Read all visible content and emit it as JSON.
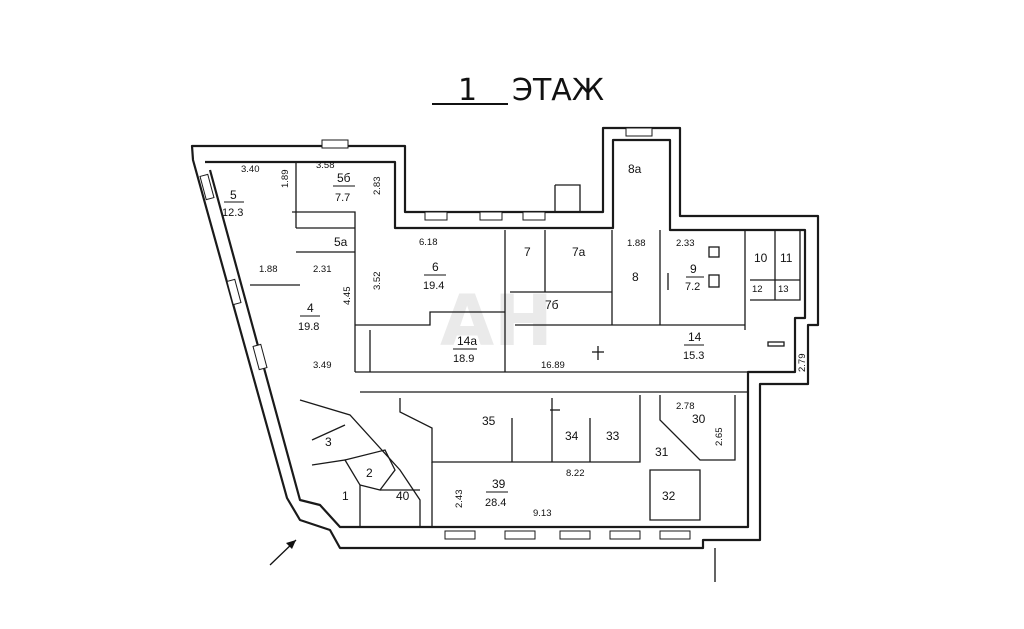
{
  "title": {
    "number": "1",
    "word": "ЭТАЖ"
  },
  "watermark": "АН",
  "rooms": [
    {
      "id": "5",
      "area": "12.3"
    },
    {
      "id": "5б",
      "area": "7.7"
    },
    {
      "id": "5а"
    },
    {
      "id": "4",
      "area": "19.8"
    },
    {
      "id": "6",
      "area": "19.4"
    },
    {
      "id": "7"
    },
    {
      "id": "7а"
    },
    {
      "id": "7б"
    },
    {
      "id": "8"
    },
    {
      "id": "8а"
    },
    {
      "id": "9",
      "area": "7.2"
    },
    {
      "id": "10"
    },
    {
      "id": "11"
    },
    {
      "id": "12"
    },
    {
      "id": "13"
    },
    {
      "id": "14а",
      "area": "18.9"
    },
    {
      "id": "14",
      "area": "15.3"
    },
    {
      "id": "35"
    },
    {
      "id": "34"
    },
    {
      "id": "33"
    },
    {
      "id": "30"
    },
    {
      "id": "31"
    },
    {
      "id": "32"
    },
    {
      "id": "39",
      "area": "28.4"
    },
    {
      "id": "3"
    },
    {
      "id": "2"
    },
    {
      "id": "1"
    },
    {
      "id": "40"
    }
  ],
  "dimensions": [
    "3.40",
    "1.89",
    "3.58",
    "2.83",
    "6.18",
    "1.88",
    "2.31",
    "3.52",
    "4.45",
    "3.49",
    "1.88",
    "2.33",
    "16.89",
    "2.79",
    "2.78",
    "2.65",
    "8.22",
    "2.43",
    "9.13"
  ]
}
